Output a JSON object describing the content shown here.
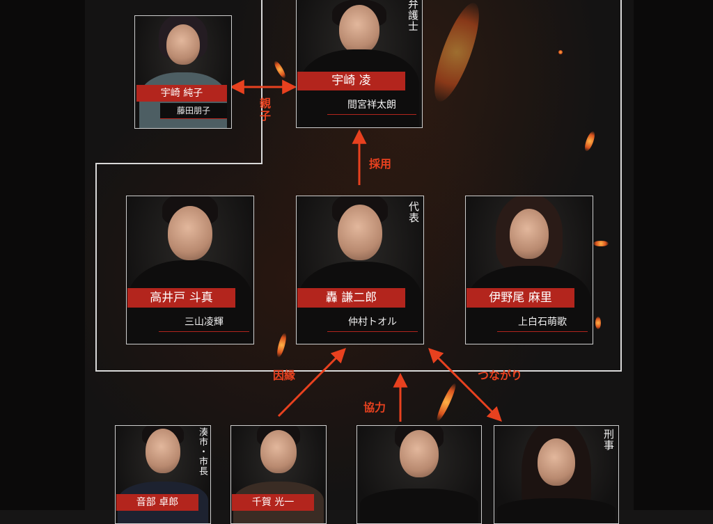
{
  "characters": {
    "junko": {
      "role_name": "宇崎 純子",
      "actor": "藤田朋子"
    },
    "ryo": {
      "role_name": "宇崎 凌",
      "actor": "間宮祥太朗",
      "title": "弁護士"
    },
    "toma": {
      "role_name": "高井戸 斗真",
      "actor": "三山凌輝"
    },
    "kenjiro": {
      "role_name": "轟 謙二郎",
      "actor": "仲村トオル",
      "title": "代表"
    },
    "mari": {
      "role_name": "伊野尾 麻里",
      "actor": "上白石萌歌"
    },
    "takuro": {
      "role_name": "音部 卓郎",
      "title": "湊市・市長"
    },
    "koichi": {
      "role_name": "千賀 光一"
    },
    "detective": {
      "title": "刑事"
    }
  },
  "relations": {
    "parent_child": "親子",
    "hired": "採用",
    "fate": "因縁",
    "cooperation": "協力",
    "connection": "つながり"
  },
  "colors": {
    "accent_red": "#b3251d",
    "relation_text": "#e8411f",
    "frame": "#d9d9d9"
  }
}
